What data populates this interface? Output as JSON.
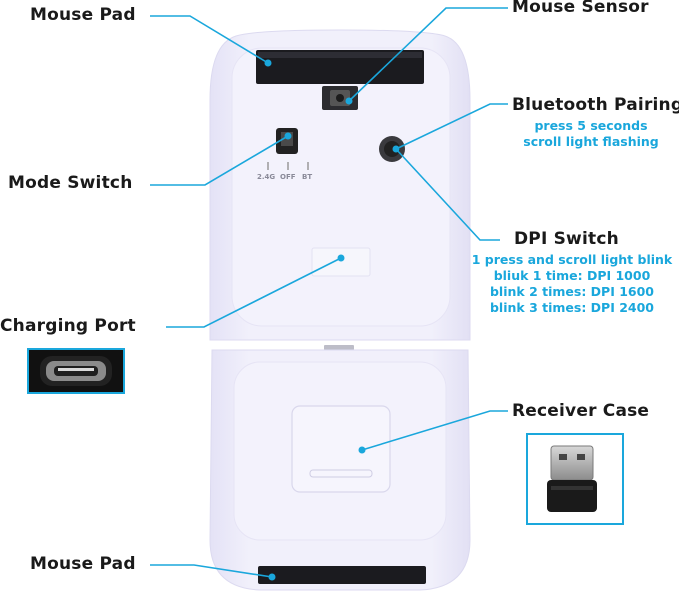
{
  "labels": {
    "mouse_pad_top": "Mouse Pad",
    "mouse_sensor": "Mouse Sensor",
    "bluetooth_pairing": "Bluetooth Pairing",
    "mode_switch": "Mode Switch",
    "dpi_switch": "DPI Switch",
    "charging_port": "Charging Port",
    "receiver_case": "Receiver Case",
    "mouse_pad_bottom": "Mouse Pad"
  },
  "bluetooth_notes": [
    "press 5 seconds",
    "scroll light flashing"
  ],
  "dpi_notes": [
    "1 press and scroll light blink",
    "bliuk 1 time: DPI 1000",
    "blink 2 times: DPI 1600",
    "blink 3 times: DPI 2400"
  ],
  "switch_positions": [
    "2.4G",
    "OFF",
    "BT"
  ],
  "colors": {
    "accent": "#1aa7dc",
    "body": "#efeefa",
    "label": "#1a1a1a"
  }
}
